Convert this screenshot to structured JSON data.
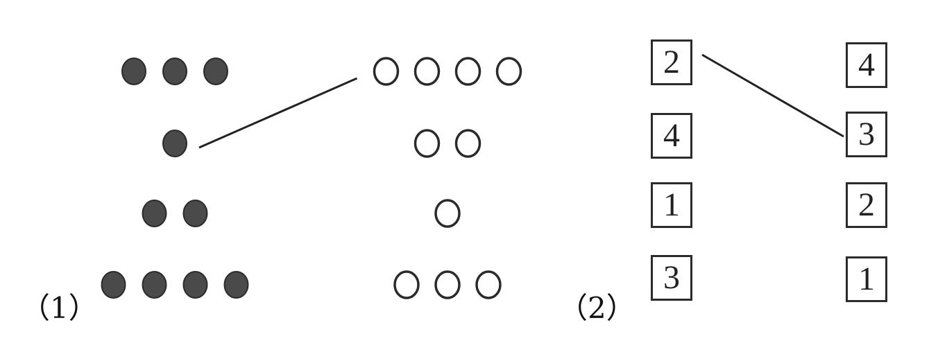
{
  "exercise_1": {
    "label": "（1）",
    "left_groups": [
      {
        "count": 3,
        "style": "filled"
      },
      {
        "count": 1,
        "style": "filled"
      },
      {
        "count": 2,
        "style": "filled"
      },
      {
        "count": 4,
        "style": "filled"
      }
    ],
    "right_groups": [
      {
        "count": 4,
        "style": "hollow"
      },
      {
        "count": 2,
        "style": "hollow"
      },
      {
        "count": 1,
        "style": "hollow"
      },
      {
        "count": 3,
        "style": "hollow"
      }
    ],
    "connections": [
      {
        "from_left_row": 1,
        "to_right_row": 0
      }
    ]
  },
  "exercise_2": {
    "label": "（2）",
    "left_numbers": [
      "2",
      "4",
      "1",
      "3"
    ],
    "right_numbers": [
      "4",
      "3",
      "2",
      "1"
    ],
    "connections": [
      {
        "from_left_row": 0,
        "to_right_row": 1
      }
    ]
  },
  "colors": {
    "dot_fill": "#4a4a4a",
    "dot_stroke": "#2a2a2a",
    "hollow_stroke": "#2a2a2a",
    "line": "#222222",
    "text": "#111111"
  }
}
